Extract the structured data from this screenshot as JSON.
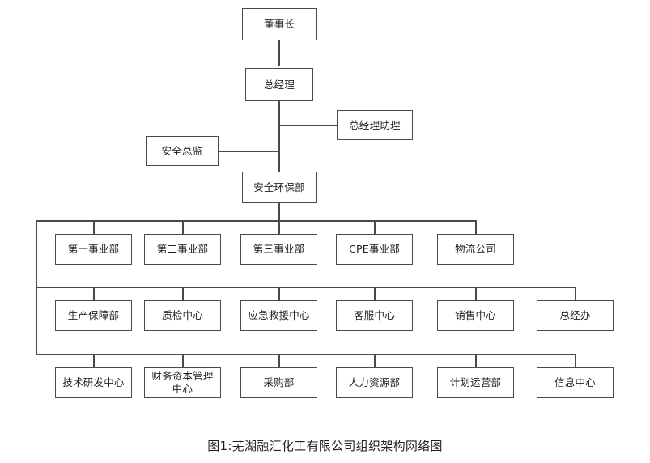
{
  "figure": {
    "caption": "图1:芜湖融汇化工有限公司组织架构网络图",
    "company": "芜湖融汇化工有限公司",
    "line_color": "#4a4a4a",
    "text_color": "#231f20",
    "background": "#ffffff"
  },
  "chart_data": {
    "type": "diagram",
    "diagram_type": "organization-chart",
    "title": "图1:芜湖融汇化工有限公司组织架构网络图",
    "orientation": "top-down",
    "levels": [
      {
        "level": 1,
        "nodes": [
          {
            "id": "chairman",
            "label": "董事长"
          }
        ]
      },
      {
        "level": 2,
        "nodes": [
          {
            "id": "general-manager",
            "label": "总经理"
          }
        ]
      },
      {
        "level": 3,
        "nodes": [
          {
            "id": "gm-assistant",
            "label": "总经理助理",
            "side": "right"
          },
          {
            "id": "safety-director",
            "label": "安全总监",
            "side": "left"
          }
        ]
      },
      {
        "level": 4,
        "nodes": [
          {
            "id": "safety-environment-dept",
            "label": "安全环保部"
          }
        ]
      },
      {
        "level": 5,
        "group": "business-units",
        "nodes": [
          {
            "id": "division-1",
            "label": "第一事业部"
          },
          {
            "id": "division-2",
            "label": "第二事业部"
          },
          {
            "id": "division-3",
            "label": "第三事业部"
          },
          {
            "id": "division-cpe",
            "label": "CPE事业部"
          },
          {
            "id": "logistics-company",
            "label": "物流公司"
          }
        ]
      },
      {
        "level": 6,
        "group": "centers",
        "nodes": [
          {
            "id": "production-support-dept",
            "label": "生产保障部"
          },
          {
            "id": "quality-inspection-center",
            "label": "质检中心"
          },
          {
            "id": "emergency-rescue-center",
            "label": "应急救援中心"
          },
          {
            "id": "customer-service-center",
            "label": "客服中心"
          },
          {
            "id": "sales-center",
            "label": "销售中心"
          },
          {
            "id": "gm-office",
            "label": "总经办"
          }
        ]
      },
      {
        "level": 7,
        "group": "functional-departments",
        "nodes": [
          {
            "id": "tech-rd-center",
            "label": "技术研发中心"
          },
          {
            "id": "finance-capital-mgmt-center",
            "label": "财务资本管理中心"
          },
          {
            "id": "procurement-dept",
            "label": "采购部"
          },
          {
            "id": "human-resources-dept",
            "label": "人力资源部"
          },
          {
            "id": "planning-operations-dept",
            "label": "计划运营部"
          },
          {
            "id": "information-center",
            "label": "信息中心"
          }
        ]
      }
    ],
    "edges": [
      {
        "from": "chairman",
        "to": "general-manager"
      },
      {
        "from": "general-manager",
        "to": "gm-assistant"
      },
      {
        "from": "general-manager",
        "to": "safety-director"
      },
      {
        "from": "general-manager",
        "to": "safety-environment-dept"
      },
      {
        "from": "safety-environment-dept",
        "to": "business-units-bus"
      },
      {
        "from": "business-units-bus",
        "to": "centers-bus"
      },
      {
        "from": "centers-bus",
        "to": "functional-departments-bus"
      }
    ]
  },
  "nodes": {
    "chairman": "董事长",
    "general_manager": "总经理",
    "gm_assistant": "总经理助理",
    "safety_director": "安全总监",
    "safety_environment_dept": "安全环保部",
    "division_1": "第一事业部",
    "division_2": "第二事业部",
    "division_3": "第三事业部",
    "division_cpe": "CPE事业部",
    "logistics_company": "物流公司",
    "production_support_dept": "生产保障部",
    "quality_inspection_center": "质检中心",
    "emergency_rescue_center": "应急救援中心",
    "customer_service_center": "客服中心",
    "sales_center": "销售中心",
    "gm_office": "总经办",
    "tech_rd_center": "技术研发中心",
    "finance_capital_mgmt_center": "财务资本管理中心",
    "procurement_dept": "采购部",
    "human_resources_dept": "人力资源部",
    "planning_operations_dept": "计划运营部",
    "information_center": "信息中心"
  }
}
